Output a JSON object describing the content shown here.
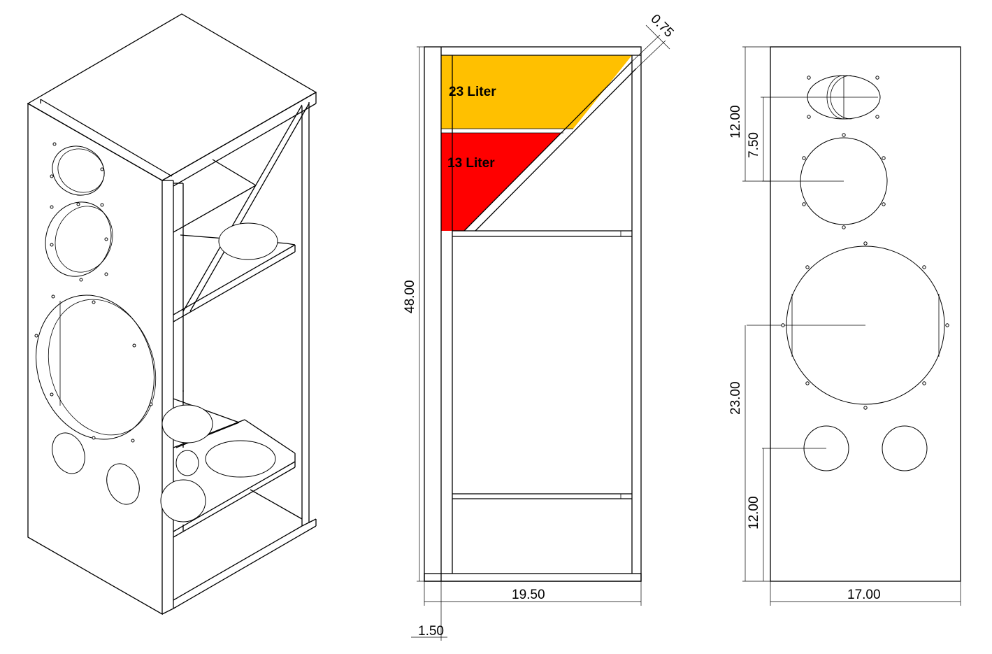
{
  "colors": {
    "line": "#000000",
    "background": "#ffffff",
    "chamber_23": "#ffc000",
    "chamber_13": "#ff0000"
  },
  "side_view": {
    "volume_labels": [
      "23 Liter",
      "13 Liter"
    ],
    "dimensions": {
      "height": "48.00",
      "depth": "19.50",
      "panel_thickness": "1.50",
      "divider_thickness": "0.75"
    }
  },
  "front_view": {
    "dimensions": {
      "width": "17.00",
      "top_offset": "12.00",
      "mid_offset": "7.50",
      "woofer_height": "23.00",
      "port_height": "12.00"
    }
  }
}
